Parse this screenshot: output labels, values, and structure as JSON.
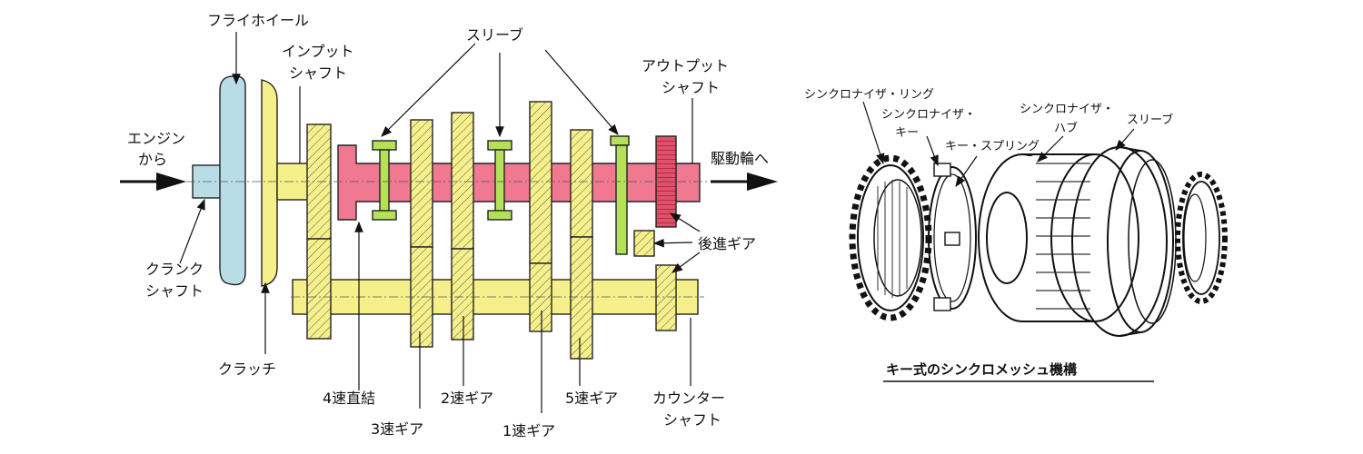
{
  "left_diagram": {
    "labels": {
      "flywheel": "フライホイール",
      "input_shaft_1": "インプット",
      "input_shaft_2": "シャフト",
      "sleeve": "スリーブ",
      "output_shaft_1": "アウトプット",
      "output_shaft_2": "シャフト",
      "engine_1": "エンジン",
      "engine_2": "から",
      "to_wheels": "駆動輪へ",
      "crank_1": "クランク",
      "crank_2": "シャフト",
      "reverse_gear": "後進ギア",
      "clutch": "クラッチ",
      "direct_4": "4速直結",
      "gear_3": "3速ギア",
      "gear_2": "2速ギア",
      "gear_1": "1速ギア",
      "gear_5": "5速ギア",
      "counter_1": "カウンター",
      "counter_2": "シャフト"
    },
    "colors": {
      "flywheel": "#b9dde6",
      "yellow": "#f5f08a",
      "red": "#f07890",
      "green": "#b5e05a",
      "reverse_red": "#e0506a"
    }
  },
  "right_diagram": {
    "labels": {
      "sync_ring": "シンクロナイザ・リング",
      "sync_key_1": "シンクロナイザ・",
      "sync_key_2": "キー",
      "key_spring": "キー・スプリング",
      "sync_hub_1": "シンクロナイザ・",
      "sync_hub_2": "ハブ",
      "sleeve": "スリーブ",
      "caption": "キー式のシンクロメッシュ機構"
    }
  }
}
